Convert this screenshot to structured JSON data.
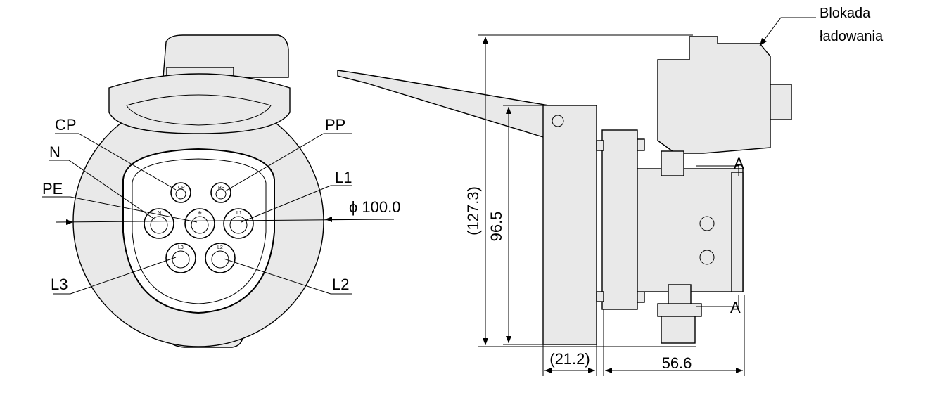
{
  "front_view": {
    "pin_callouts": {
      "cp": "CP",
      "pp": "PP",
      "n": "N",
      "pe": "PE",
      "l1": "L1",
      "l2": "L2",
      "l3": "L3"
    },
    "pin_markings": {
      "cp": "CP",
      "pp": "PP",
      "n": "N",
      "pe": "⊕",
      "l1": "L1",
      "l2": "L2",
      "l3": "L3"
    },
    "diameter_label": "ϕ 100.0"
  },
  "side_view": {
    "dimensions": {
      "overall_height": "(127.3)",
      "body_height": "96.5",
      "front_depth": "(21.2)",
      "rear_depth": "56.6"
    },
    "section_marks": [
      "A",
      "A"
    ],
    "lock_label_line1": "Blokada",
    "lock_label_line2": "ładowania"
  }
}
